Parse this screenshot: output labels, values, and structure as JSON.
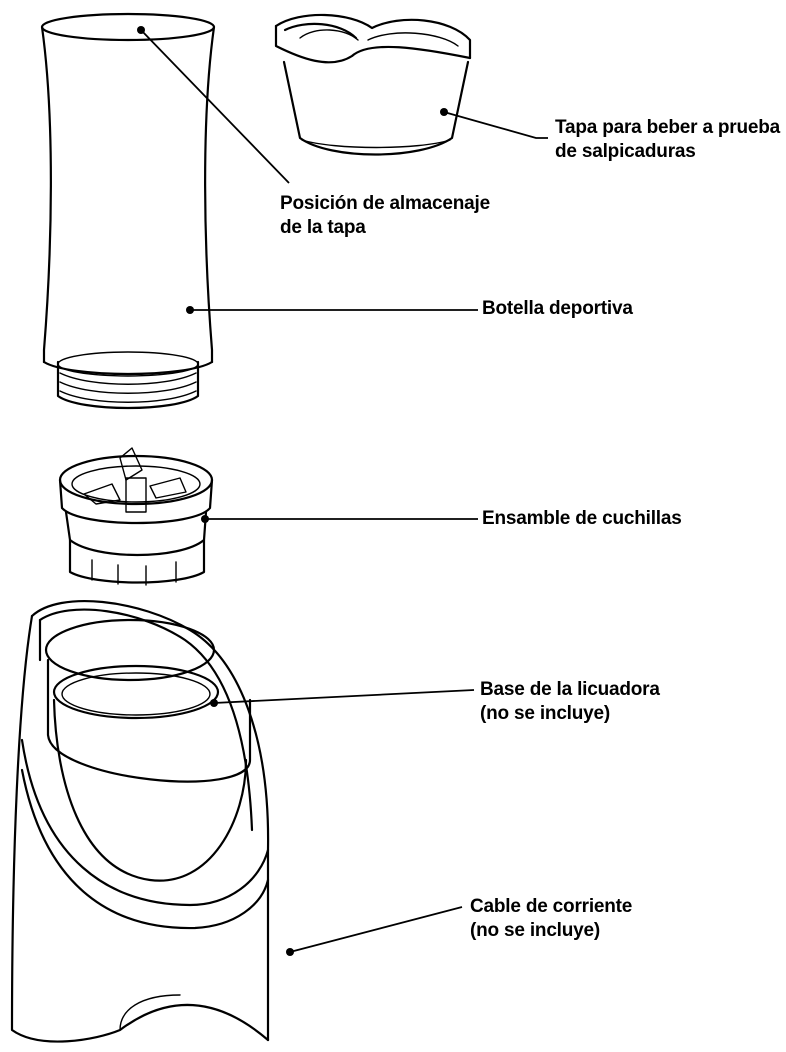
{
  "labels": {
    "lid": {
      "line1": "Tapa para beber a prueba",
      "line2": "de salpicaduras"
    },
    "storage": {
      "line1": "Posición de almacenaje",
      "line2": "de la tapa"
    },
    "bottle": {
      "line1": "Botella deportiva"
    },
    "blade": {
      "line1": "Ensamble de cuchillas"
    },
    "base": {
      "line1": "Base de la licuadora",
      "line2": "(no se incluye)"
    },
    "cord": {
      "line1": "Cable de corriente",
      "line2": "(no se incluye)"
    }
  }
}
